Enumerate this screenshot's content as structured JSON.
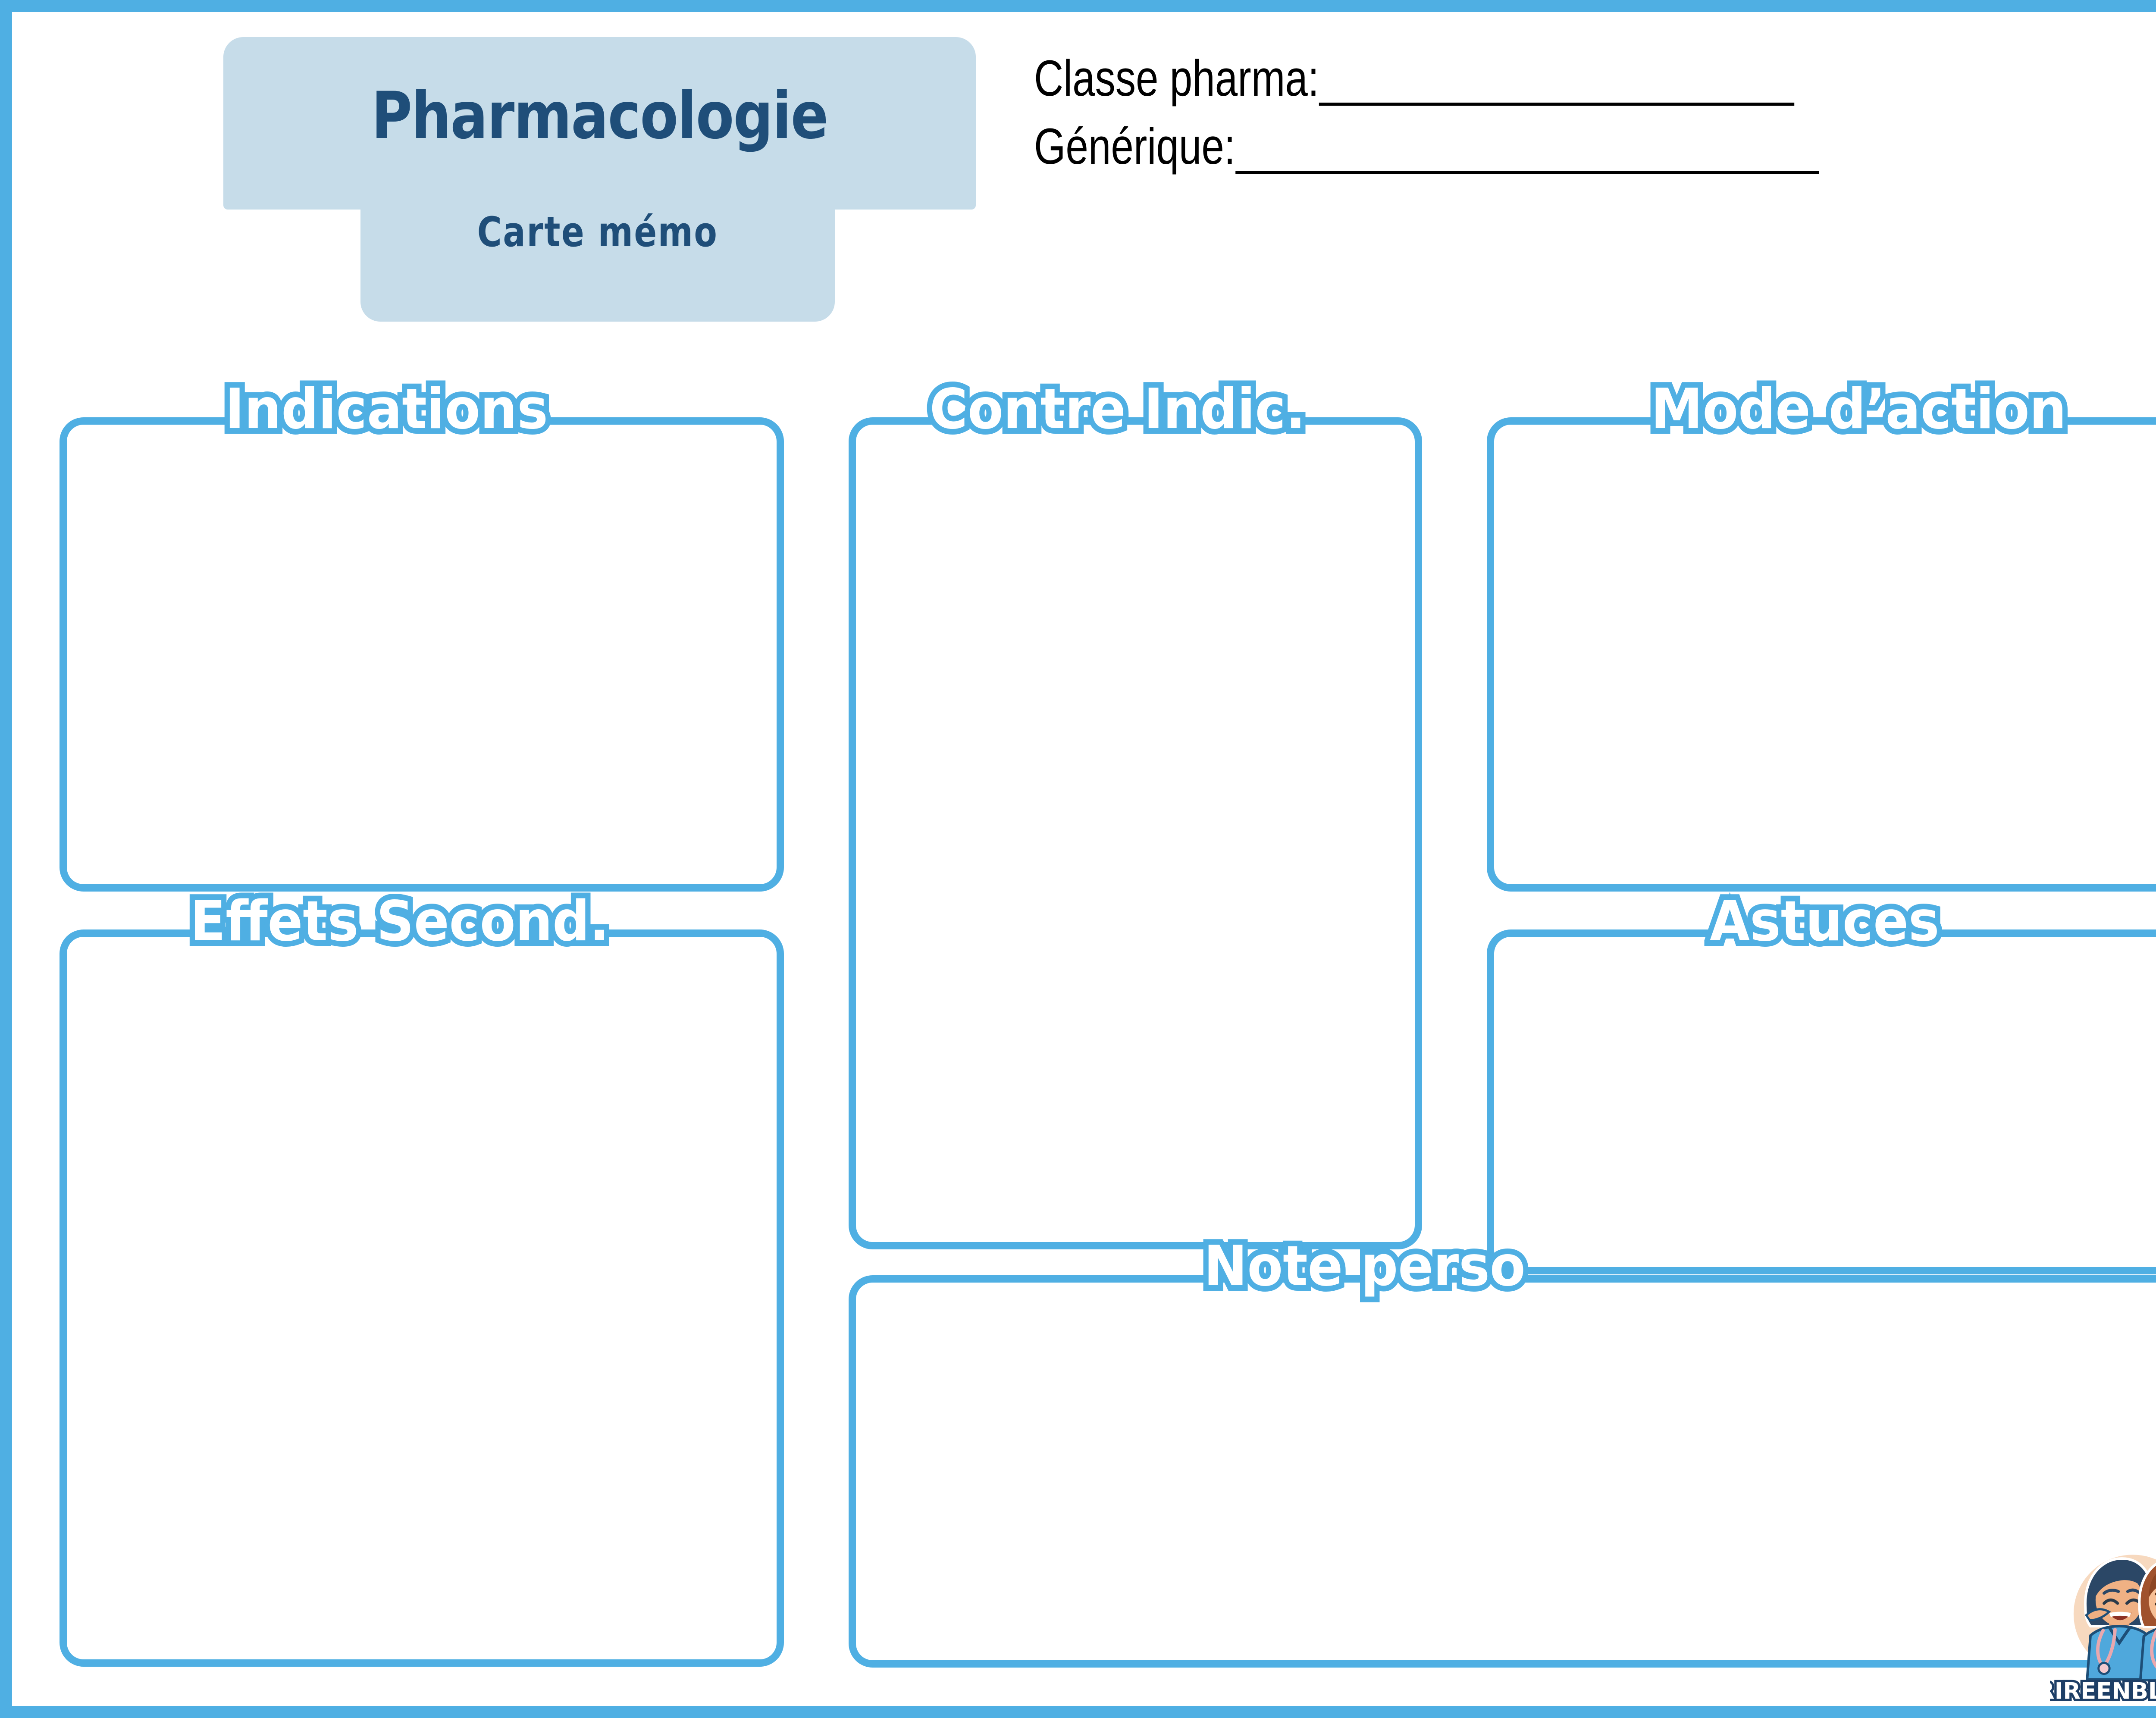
{
  "page": {
    "border_color": "#4FAFE3",
    "background": "#ffffff",
    "accent_color": "#4FAFE3",
    "title_tab_color": "#C6DCE9",
    "title_text_color": "#1F4E79"
  },
  "title": {
    "main": "Pharmacologie",
    "subtitle": "Carte mémo"
  },
  "header": {
    "fields": [
      {
        "label": "Classe pharma:",
        "value": "",
        "rule": "______________________"
      },
      {
        "label": "Générique: ",
        "value": "",
        "rule": "___________________________"
      }
    ]
  },
  "sections": [
    {
      "id": "indications",
      "label": "Indications",
      "content": ""
    },
    {
      "id": "contre",
      "label": "Contre Indic.",
      "content": ""
    },
    {
      "id": "mode",
      "label": "Mode d’action",
      "content": ""
    },
    {
      "id": "effets",
      "label": "Effets Second.",
      "content": ""
    },
    {
      "id": "astuces",
      "label": "Astuces",
      "content": ""
    },
    {
      "id": "note",
      "label": "Note perso",
      "content": ""
    }
  ],
  "logo": {
    "brand": "RIREENBLOUSE",
    "alt": "two-laughing-nurses-logo",
    "scrub_color": "#4FA8DC",
    "hair_left_color": "#2B4766",
    "hair_right_color": "#A0522D",
    "halo_color": "#F7D9BF"
  }
}
